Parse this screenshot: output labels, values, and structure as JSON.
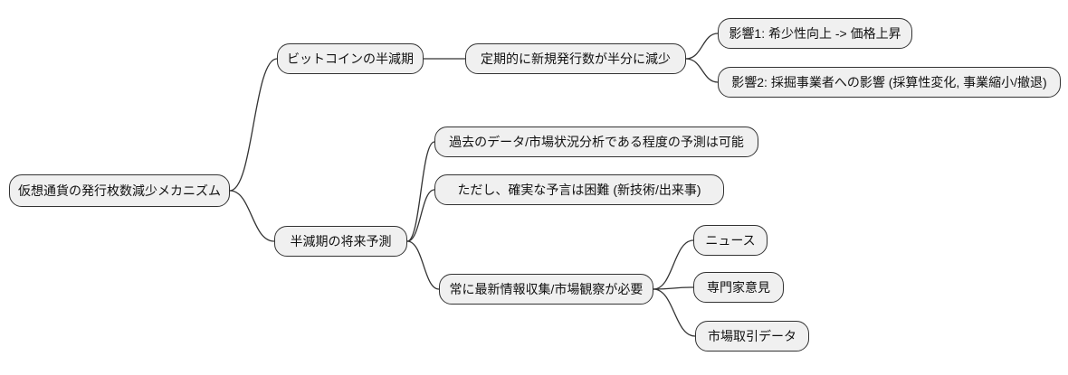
{
  "diagram": {
    "type": "mindmap",
    "direction": "left-to-right",
    "nodes": {
      "root": {
        "label": "仮想通貨の発行枚数減少メカニズム"
      },
      "bitcoin": {
        "label": "ビットコインの半減期"
      },
      "periodic": {
        "label": "定期的に新規発行数が半分に減少"
      },
      "effect1": {
        "label": "影響1: 希少性向上 -> 価格上昇"
      },
      "effect2": {
        "label": "影響2: 採掘事業者への影響 (採算性変化, 事業縮小/撤退)"
      },
      "future": {
        "label": "半減期の将来予測"
      },
      "pastdata": {
        "label": "過去のデータ/市場状況分析である程度の予測は可能"
      },
      "however": {
        "label": "ただし、確実な予言は困難 (新技術/出来事)"
      },
      "alwaysinfo": {
        "label": "常に最新情報収集/市場観察が必要"
      },
      "news": {
        "label": "ニュース"
      },
      "expert": {
        "label": "専門家意見"
      },
      "marketdata": {
        "label": "市場取引データ"
      }
    },
    "hierarchy": {
      "root": [
        "bitcoin",
        "future"
      ],
      "bitcoin": [
        "periodic"
      ],
      "periodic": [
        "effect1",
        "effect2"
      ],
      "future": [
        "pastdata",
        "however",
        "alwaysinfo"
      ],
      "alwaysinfo": [
        "news",
        "expert",
        "marketdata"
      ]
    },
    "colors": {
      "background": "#ffffff",
      "node_fill": "#f0f0f0",
      "node_border": "#333333",
      "link": "#333333",
      "text": "#111111"
    }
  }
}
